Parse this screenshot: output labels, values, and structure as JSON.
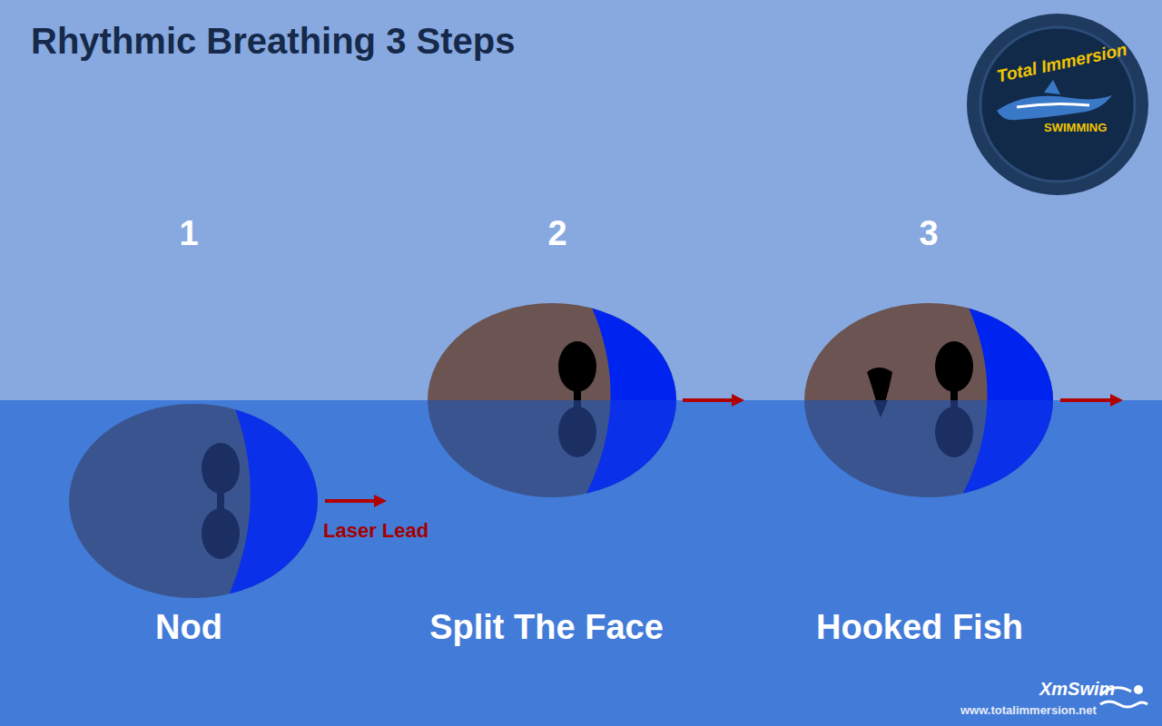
{
  "diagram": {
    "title": "Rhythmic Breathing 3 Steps",
    "labels": [
      "1",
      "2",
      "3",
      "Laser Lead",
      "Nod",
      "Split The Face",
      "Hooked Fish",
      "Total Immersion",
      "SWIMMING",
      "XmSwim",
      "www.totalimmersion.net"
    ]
  }
}
